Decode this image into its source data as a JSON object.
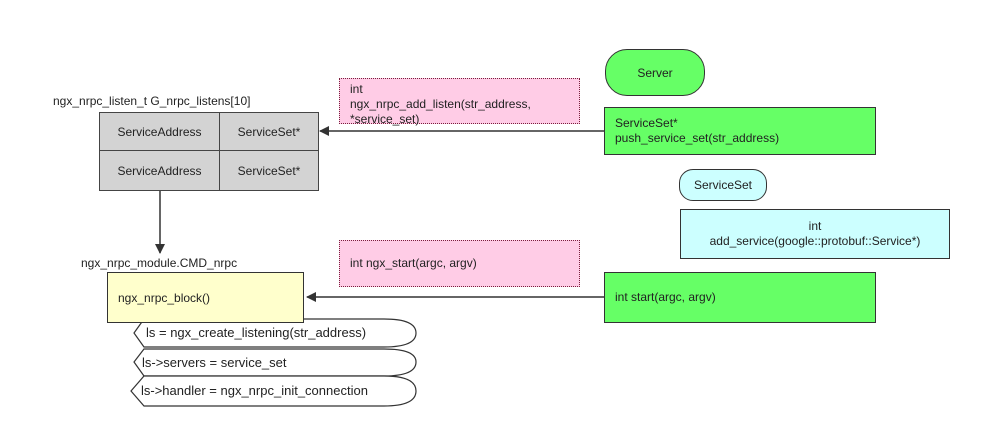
{
  "table": {
    "title": "ngx_nrpc_listen_t G_nrpc_listens[10]",
    "rows": [
      [
        "ServiceAddress",
        "ServiceSet*"
      ],
      [
        "ServiceAddress",
        "ServiceSet*"
      ]
    ]
  },
  "add_listen_note": {
    "line1": "int",
    "line2": "ngx_nrpc_add_listen(str_address,",
    "line3": "*service_set)"
  },
  "server_pill": "Server",
  "push_box": {
    "line1": "ServiceSet*",
    "line2": "push_service_set(str_address)"
  },
  "serviceset_pill": "ServiceSet",
  "add_service_box": {
    "line1": "int",
    "line2": "add_service(google::protobuf::Service*)"
  },
  "module_label": "ngx_nrpc_module.CMD_nrpc",
  "block_box": "ngx_nrpc_block()",
  "start_note": "int ngx_start(argc, argv)",
  "start_box": "int start(argc, argv)",
  "flags": [
    "ls = ngx_create_listening(str_address)",
    "ls->servers = service_set",
    "ls->handler = ngx_nrpc_init_connection"
  ]
}
